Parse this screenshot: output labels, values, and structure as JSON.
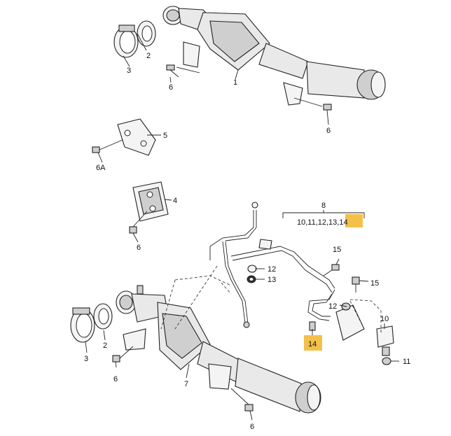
{
  "callouts": {
    "top_3": "3",
    "top_2": "2",
    "top_6a": "6",
    "top_1": "1",
    "top_6b": "6",
    "c5": "5",
    "c6A": "6A",
    "c4": "4",
    "c6c": "6",
    "c8": "8",
    "c8_group": "10,11,12,13,",
    "c8_group_hl": "14",
    "c15a": "15",
    "c12a": "12",
    "c13": "13",
    "c15b": "15",
    "c12b": "12",
    "c10": "10",
    "c14": "14",
    "c11": "11",
    "bot_3": "3",
    "bot_2": "2",
    "bot_6a": "6",
    "bot_7": "7",
    "bot_6b": "6"
  },
  "colors": {
    "highlight": "#f3c04a"
  }
}
